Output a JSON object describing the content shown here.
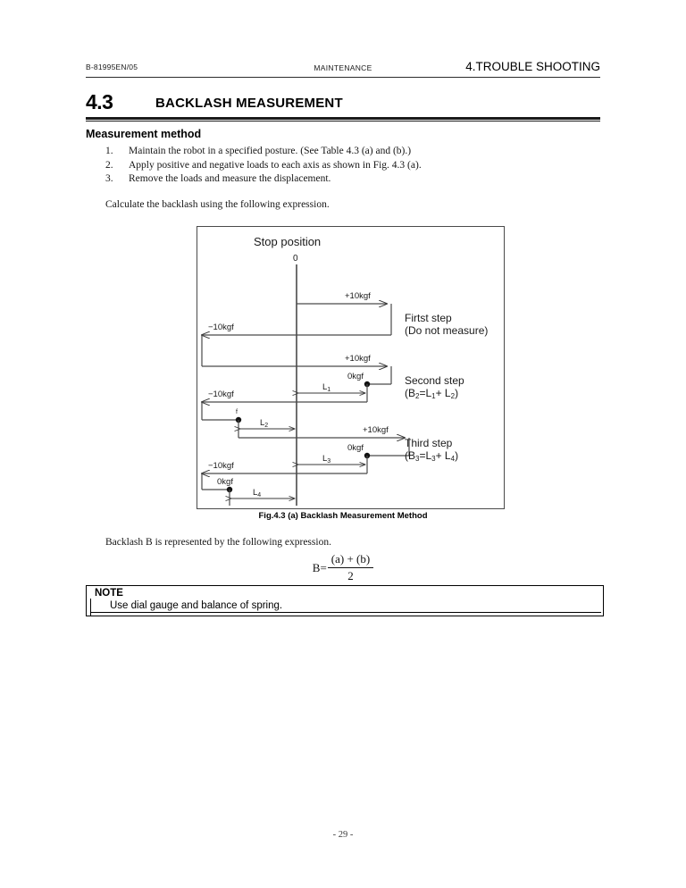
{
  "header": {
    "doc_number": "B-81995EN/05",
    "center_title": "MAINTENANCE",
    "right_title": "4.TROUBLE SHOOTING"
  },
  "section": {
    "number": "4.3",
    "title": "BACKLASH MEASUREMENT"
  },
  "measurement": {
    "subheading": "Measurement method",
    "steps": [
      {
        "num": "1.",
        "text": "Maintain the robot in a specified posture. (See Table 4.3 (a) and (b).)"
      },
      {
        "num": "2.",
        "text": "Apply positive and negative loads to each axis as shown in Fig. 4.3 (a)."
      },
      {
        "num": "3.",
        "text": "Remove the loads and measure the displacement."
      }
    ],
    "calculate_line": "Calculate the backlash using the following expression."
  },
  "figure": {
    "caption": "Fig.4.3 (a) Backlash Measurement Method",
    "stop_position_label": "Stop position",
    "zero_label": "0",
    "load_positive": "+10kgf",
    "load_negative": "−10kgf",
    "load_zero": "0kgf",
    "force_mark": "f",
    "dim_l1": "L",
    "dim_l1_sub": "1",
    "dim_l2": "L",
    "dim_l2_sub": "2",
    "dim_l3": "L",
    "dim_l3_sub": "3",
    "dim_l4": "L",
    "dim_l4_sub": "4",
    "steps": [
      {
        "title": "Firtst step",
        "subtitle": "(Do not measure)"
      },
      {
        "title": "Second step",
        "subtitle_pre": "(B",
        "subtitle_sub1": "2",
        "subtitle_mid": "=L",
        "subtitle_sub2": "1",
        "subtitle_mid2": "+ L",
        "subtitle_sub3": "2",
        "subtitle_end": ")"
      },
      {
        "title": "Third step",
        "subtitle_pre": "(B",
        "subtitle_sub1": "3",
        "subtitle_mid": "=L",
        "subtitle_sub2": "3",
        "subtitle_mid2": "+ L",
        "subtitle_sub3": "4",
        "subtitle_end": ")"
      }
    ]
  },
  "expression": {
    "lead_text": "Backlash B is represented by the following expression.",
    "lhs": "B=",
    "numerator": "(a) + (b)",
    "denominator": "2"
  },
  "note": {
    "title": "NOTE",
    "text": "Use dial gauge and balance of spring."
  },
  "footer": {
    "page": "- 29 -"
  }
}
